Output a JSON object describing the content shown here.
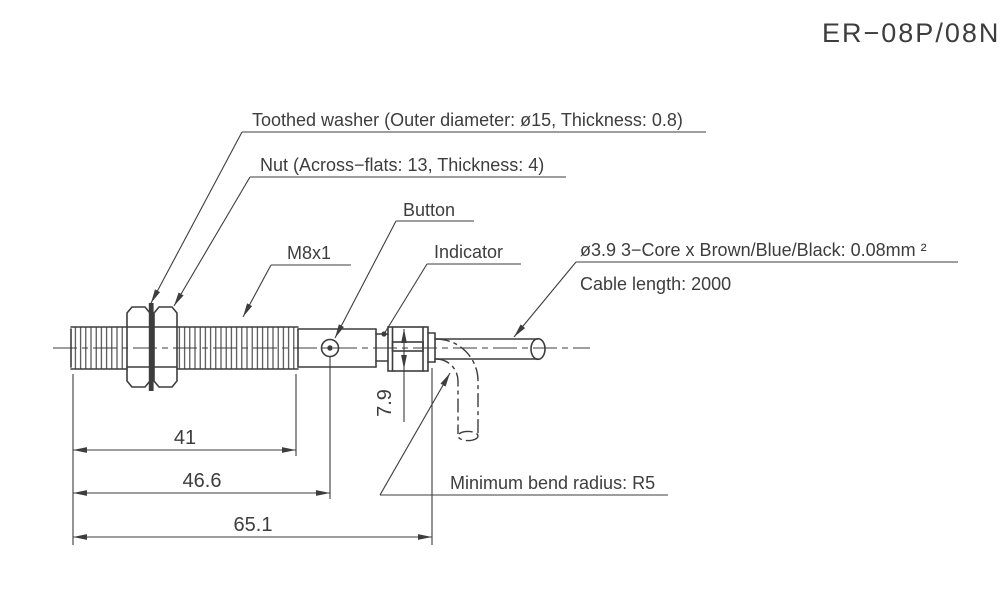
{
  "title": "ER−08P/08N",
  "colors": {
    "line": "#3d3d3d",
    "background": "#ffffff"
  },
  "labels": {
    "toothed_washer": "Toothed washer (Outer diameter: ø15, Thickness: 0.8)",
    "nut": "Nut (Across−flats: 13, Thickness: 4)",
    "button": "Button",
    "thread_spec": "M8x1",
    "indicator": "Indicator",
    "cable_spec": "ø3.9 3−Core x Brown/Blue/Black: 0.08mm ²",
    "cable_length": "Cable length: 2000",
    "min_bend_radius": "Minimum bend radius: R5"
  },
  "dimensions": {
    "thread_length_mm": "41",
    "tip_to_button_mm": "46.6",
    "overall_length_mm": "65.1",
    "indicator_dia_mm": "7.9"
  }
}
